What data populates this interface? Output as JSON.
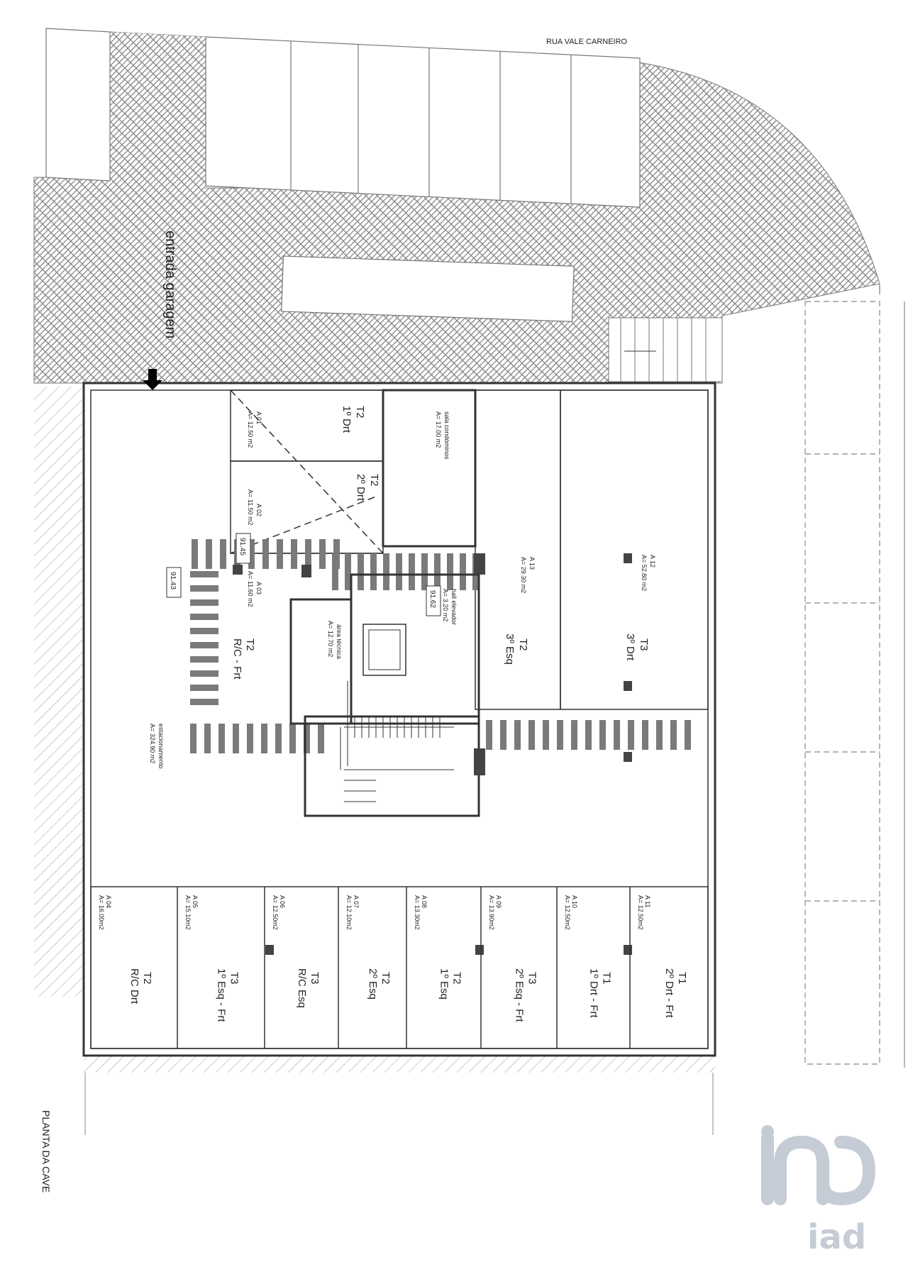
{
  "street": "RUA VALE CARNEIRO",
  "entrance": "entrada garagem",
  "title": "PLANTA DA CAVE",
  "watermark": "iad",
  "elevations": [
    "91.43",
    "91.45",
    "91.62"
  ],
  "spaces": {
    "a01": {
      "id": "A 01",
      "area": "A= 12.50 m2",
      "unit": "T2",
      "floor": "1º Drt"
    },
    "a02": {
      "id": "A 02",
      "area": "A= 11.50 m2",
      "unit": "T2",
      "floor": "2º Drt"
    },
    "a03": {
      "id": "A 03",
      "area": "A= 11.60 m2",
      "unit": "T2",
      "floor": "R/C - Frt"
    },
    "a12": {
      "id": "A 12",
      "area": "A= 52.80 m2",
      "unit": "T3",
      "floor": "3º Drt"
    },
    "a13": {
      "id": "A 13",
      "area": "A= 29.30 m2",
      "unit": "T2",
      "floor": "3º Esq"
    },
    "sala": {
      "name": "sala condóminos",
      "area": "A= 17.00 m2"
    },
    "hall": {
      "name": "hall elevador",
      "area": "A= 3.20 m2"
    },
    "tecnica": {
      "name": "área técnica",
      "area": "A= 12.70 m2"
    },
    "estac": {
      "name": "estacionamento",
      "area": "A= 324.90 m2"
    }
  },
  "bottom_spaces": [
    {
      "id": "A 04",
      "area": "A= 16.00m2",
      "unit": "T2",
      "floor": "R/C Drt"
    },
    {
      "id": "A 05",
      "area": "A= 15.10m2",
      "unit": "T3",
      "floor": "1º Esq - Frt"
    },
    {
      "id": "A 06",
      "area": "A= 12.50m2",
      "unit": "T3",
      "floor": "R/C Esq"
    },
    {
      "id": "A 07",
      "area": "A= 12.10m2",
      "unit": "T2",
      "floor": "2º Esq"
    },
    {
      "id": "A 08",
      "area": "A= 13.30m2",
      "unit": "T2",
      "floor": "1º Esq"
    },
    {
      "id": "A 09",
      "area": "A= 13.90m2",
      "unit": "T3",
      "floor": "2º Esq - Frt"
    },
    {
      "id": "A 10",
      "area": "A= 12.50m2",
      "unit": "T1",
      "floor": "1º Drt - Frt"
    },
    {
      "id": "A 11",
      "area": "A= 12.50m2",
      "unit": "T1",
      "floor": "2º Drt - Frt"
    }
  ],
  "colors": {
    "wall": "#333333",
    "stripe": "#7a7a7a",
    "paving": "#9a9a9a",
    "watermark": "#c5ccd6"
  }
}
